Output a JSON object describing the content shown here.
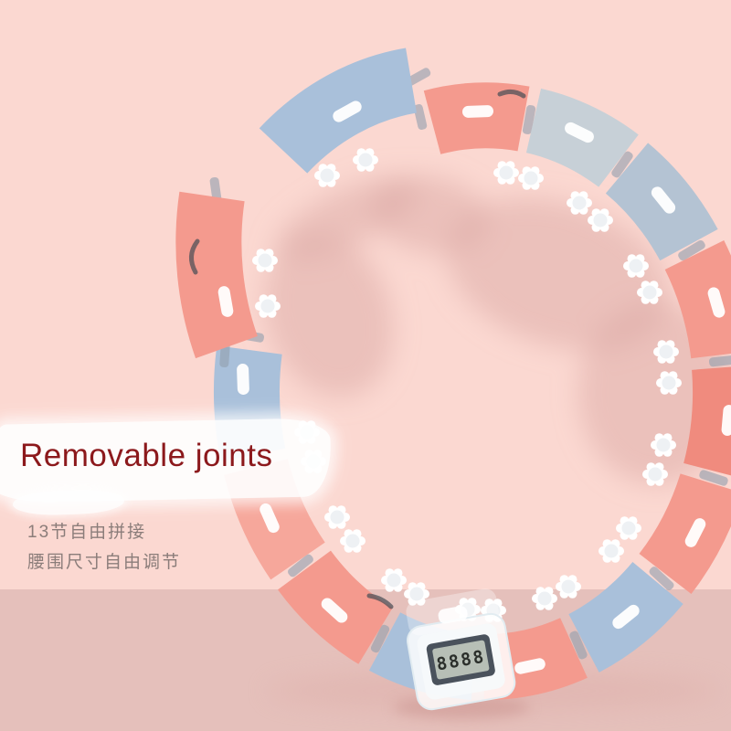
{
  "caption": {
    "title": "Removable joints",
    "subtitle_line1": "13节自由拼接",
    "subtitle_line2": "腰围尺寸自由调节"
  },
  "counter": {
    "display": "8888"
  },
  "colors": {
    "wall": "#fbd8d1",
    "floor": "#e5c0bb",
    "shadow": "#dcaaa5",
    "segment_pink": "#f49a8e",
    "segment_coral": "#f08b7e",
    "segment_salmon": "#f6a79b",
    "segment_blue": "#a9c0da",
    "segment_bluegray": "#b4c3d3",
    "segment_silver": "#c7d0d7",
    "title_text": "#8c191c",
    "subtitle_text": "#8b7d7a",
    "cup_white": "#ffffff",
    "lcd_screen": "#b7bfb6",
    "lcd_digits": "#2b2f2b",
    "lcd_bezel": "#4a525c"
  }
}
